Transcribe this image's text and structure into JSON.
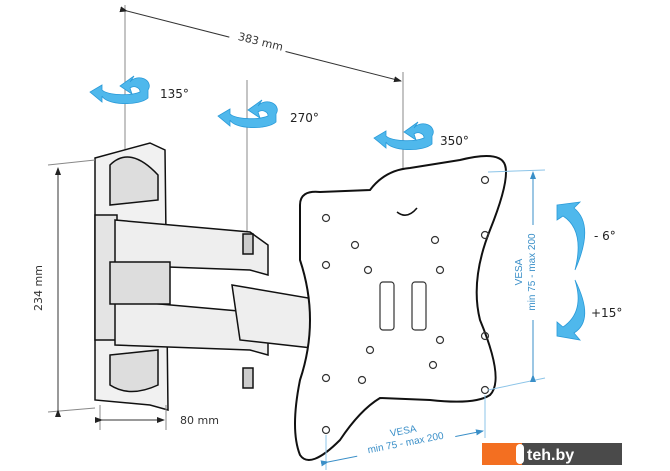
{
  "dimensions": {
    "arm_extension": "383 mm",
    "height": "234 mm",
    "depth": "80 mm"
  },
  "rotations": {
    "wall_pivot": "135°",
    "middle_pivot": "270°",
    "plate_pivot": "350°"
  },
  "tilt": {
    "up": "- 6°",
    "down": "+15°"
  },
  "vesa": {
    "vertical_title": "VESA",
    "vertical_range": "min 75 - max 200",
    "horizontal_title": "VESA",
    "horizontal_range": "min 75 - max 200"
  },
  "watermark": {
    "text": "teh.by"
  },
  "colors": {
    "arrow_blue": "#4fb8ec",
    "vesa_blue": "#3a8fc8",
    "logo_orange": "#f36f21",
    "logo_gray": "#4a4a4a"
  }
}
